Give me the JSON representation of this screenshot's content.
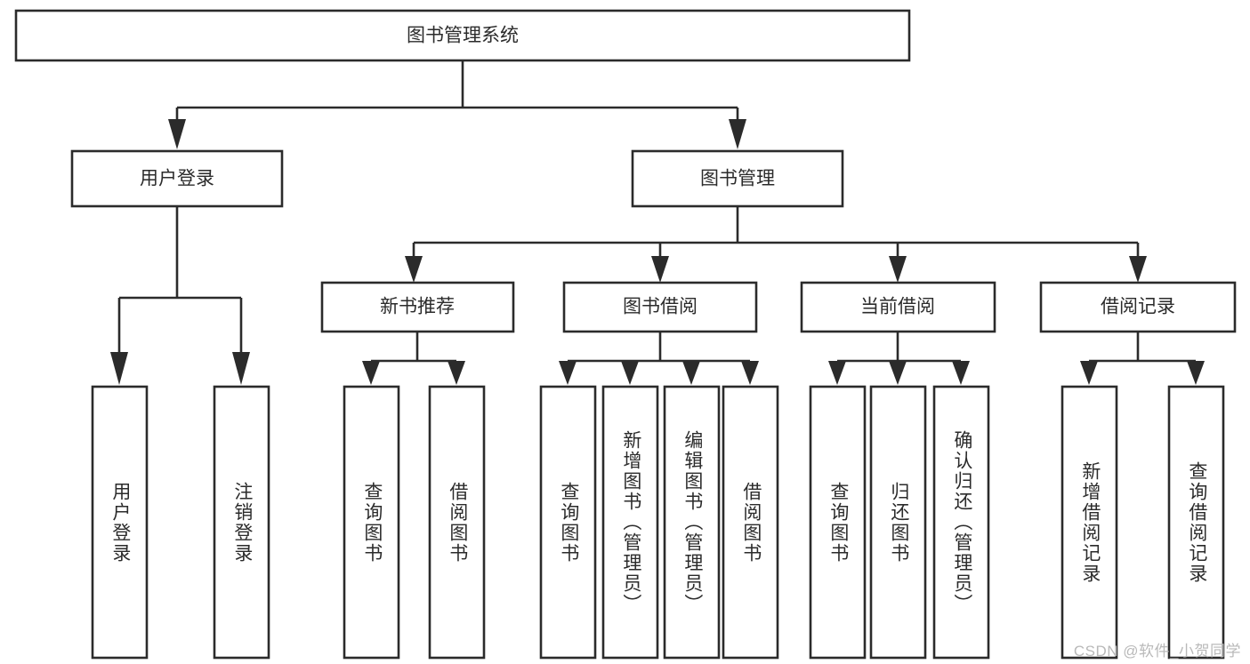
{
  "diagram": {
    "type": "tree-hierarchy",
    "title": "图书管理系统",
    "watermark": "CSDN @软件_小贺同学",
    "colors": {
      "stroke": "#2b2b2b",
      "box_fill": "#ffffff",
      "background": "#ffffff",
      "text": "#2b2b2b",
      "watermark": "#b9b9b9"
    },
    "root": {
      "label": "图书管理系统",
      "orientation": "horizontal"
    },
    "level2": [
      {
        "label": "用户登录",
        "orientation": "horizontal"
      },
      {
        "label": "图书管理",
        "orientation": "horizontal"
      }
    ],
    "level3": [
      {
        "label": "新书推荐",
        "orientation": "horizontal"
      },
      {
        "label": "图书借阅",
        "orientation": "horizontal"
      },
      {
        "label": "当前借阅",
        "orientation": "horizontal"
      },
      {
        "label": "借阅记录",
        "orientation": "horizontal"
      }
    ],
    "leaves": {
      "user_login": [
        {
          "label": "用户登录",
          "orientation": "vertical"
        },
        {
          "label": "注销登录",
          "orientation": "vertical"
        }
      ],
      "new_book_recommend": [
        {
          "label": "查询图书",
          "orientation": "vertical"
        },
        {
          "label": "借阅图书",
          "orientation": "vertical"
        }
      ],
      "book_borrow": [
        {
          "label": "查询图书",
          "orientation": "vertical"
        },
        {
          "label": "新增图书（管理员）",
          "orientation": "vertical"
        },
        {
          "label": "编辑图书（管理员）",
          "orientation": "vertical"
        },
        {
          "label": "借阅图书",
          "orientation": "vertical"
        }
      ],
      "current_borrow": [
        {
          "label": "查询图书",
          "orientation": "vertical"
        },
        {
          "label": "归还图书",
          "orientation": "vertical"
        },
        {
          "label": "确认归还（管理员）",
          "orientation": "vertical"
        }
      ],
      "borrow_record": [
        {
          "label": "新增借阅记录",
          "orientation": "vertical"
        },
        {
          "label": "查询借阅记录",
          "orientation": "vertical"
        }
      ]
    }
  }
}
